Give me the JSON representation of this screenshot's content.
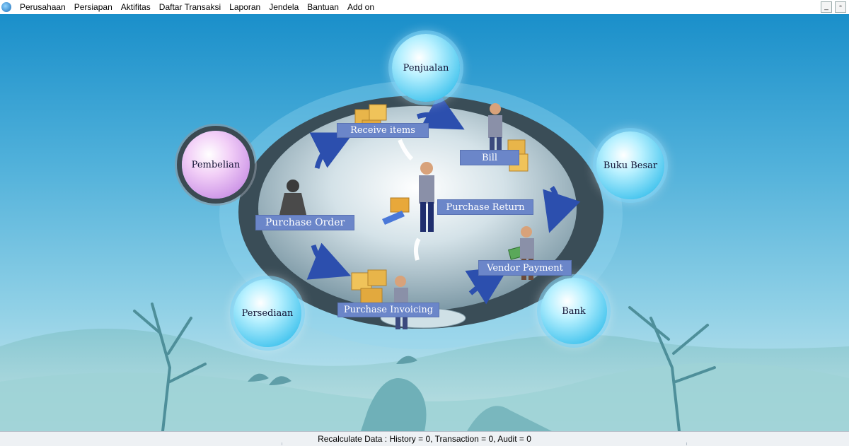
{
  "menu": {
    "items": [
      "Perusahaan",
      "Persiapan",
      "Aktifitas",
      "Daftar Transaksi",
      "Laporan",
      "Jendela",
      "Bantuan",
      "Add on"
    ]
  },
  "window_buttons": {
    "minimize": "_",
    "restore": "▫"
  },
  "modules": {
    "penjualan": "Penjualan",
    "pembelian": "Pembelian",
    "buku_besar": "Buku Besar",
    "persediaan": "Persediaan",
    "bank": "Bank"
  },
  "workflow": {
    "receive_items": "Receive items",
    "bill": "Bill",
    "purchase_order": "Purchase Order",
    "purchase_return": "Purchase Return",
    "vendor_payment": "Vendor Payment",
    "purchase_invoicing": "Purchase Invoicing"
  },
  "status": {
    "text": "Recalculate Data : History = 0,  Transaction = 0,  Audit = 0"
  },
  "colors": {
    "label_bg": "#6b86c9",
    "bubble_blue": "#4cc7ef",
    "bubble_purple": "#cf98e8",
    "arrow_blue": "#2c4fae"
  }
}
